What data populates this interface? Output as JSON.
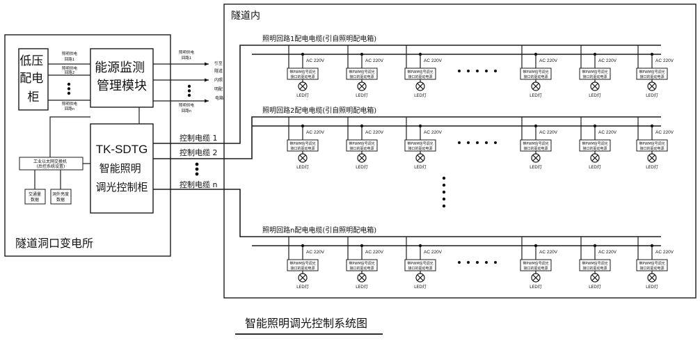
{
  "diagram": {
    "caption": "智能照明调光控制系统图",
    "tunnel_label": "隧道内",
    "substation_label": "隧道洞口变电所",
    "lv_cabinet": "低压配电柜",
    "energy_module": [
      "能源监测",
      "管理模块"
    ],
    "controller": [
      "TK-SDTG",
      "智能照明",
      "调光控制柜"
    ],
    "switch_box": [
      "工业以太网交换机",
      "(后控系统设置)"
    ],
    "traffic_box": [
      "交通量",
      "数据"
    ],
    "env_box": [
      "洞外亮度",
      "数据"
    ],
    "lv_circuit_1": [
      "照明供电",
      "回路1"
    ],
    "lv_circuit_2": [
      "照明供电",
      "回路2"
    ],
    "lv_circuit_n": [
      "照明供电",
      "回路n"
    ],
    "out_circuit_1": [
      "照明供电",
      "回路1"
    ],
    "out_circuit_n": [
      "照明供电",
      "回路n"
    ],
    "vertical_note": [
      "引至",
      "隧道",
      "内照",
      "明配",
      "电箱"
    ],
    "control_cables": [
      "控制电缆 1",
      "控制电缆 2",
      "控制电缆 n"
    ],
    "rows": [
      {
        "title": "照明回路1配电电缆(引自照明配电箱)"
      },
      {
        "title": "照明回路2配电电缆(引自照明配电箱)"
      },
      {
        "title": "照明回路n配电电缆(引自照明配电箱)"
      }
    ],
    "ac_label": "AC 220V",
    "driver_label": [
      "带PWM信号调光",
      "接口的驱动电源"
    ],
    "led_label": "LED灯"
  }
}
